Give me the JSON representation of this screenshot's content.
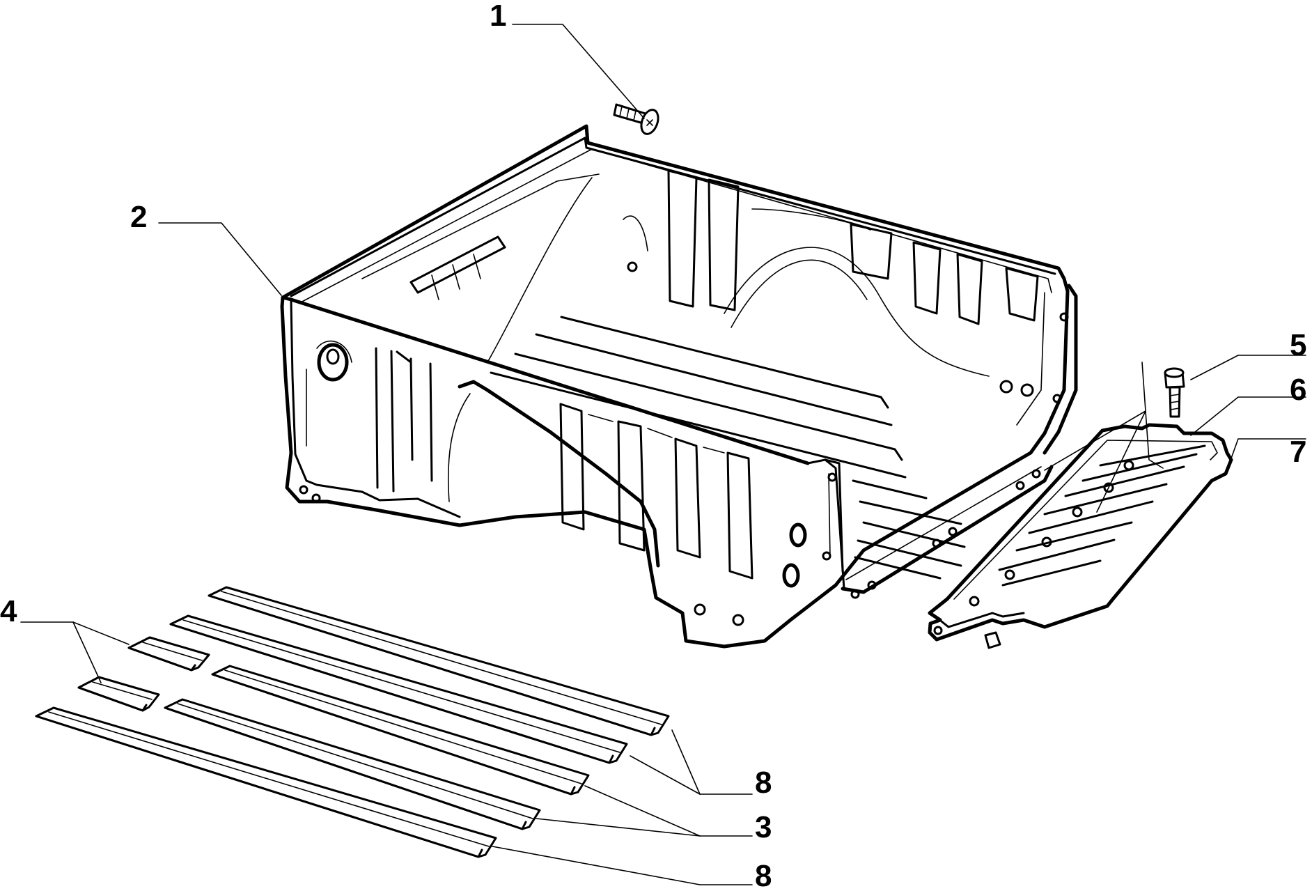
{
  "callouts": {
    "c1": "1",
    "c2": "2",
    "c3": "3",
    "c4": "4",
    "c5": "5",
    "c6": "6",
    "c7": "7",
    "c8a": "8",
    "c8b": "8"
  },
  "colors": {
    "line": "#000000",
    "background": "#ffffff"
  }
}
